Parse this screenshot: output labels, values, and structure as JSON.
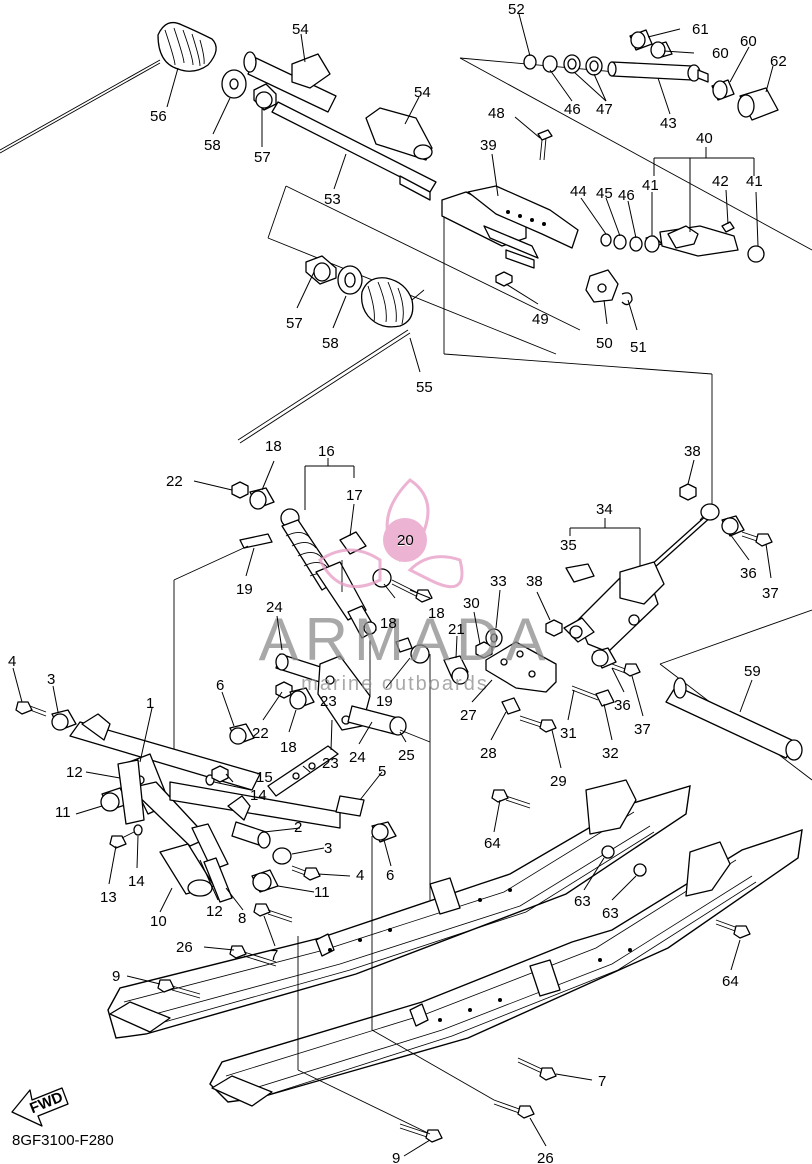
{
  "diagram": {
    "code": "8GF3100-F280",
    "forward_marker": "FWD",
    "watermark": {
      "brand": "ARMADA",
      "tagline": "marine outboards",
      "colors": {
        "brand": "#8c8c8c",
        "accent": "#e69ac4"
      }
    },
    "part_labels": [
      "1",
      "2",
      "3",
      "3",
      "4",
      "4",
      "5",
      "6",
      "6",
      "7",
      "7",
      "8",
      "9",
      "9",
      "10",
      "11",
      "11",
      "12",
      "12",
      "13",
      "14",
      "14",
      "15",
      "16",
      "17",
      "18",
      "18",
      "18",
      "18",
      "19",
      "19",
      "20",
      "21",
      "22",
      "22",
      "23",
      "23",
      "24",
      "24",
      "25",
      "26",
      "26",
      "27",
      "28",
      "29",
      "30",
      "31",
      "32",
      "33",
      "34",
      "35",
      "36",
      "36",
      "37",
      "37",
      "38",
      "38",
      "39",
      "40",
      "41",
      "41",
      "42",
      "43",
      "44",
      "45",
      "46",
      "46",
      "47",
      "48",
      "49",
      "50",
      "51",
      "52",
      "53",
      "54",
      "54",
      "55",
      "56",
      "57",
      "57",
      "58",
      "58",
      "59",
      "60",
      "60",
      "61",
      "62",
      "63",
      "63",
      "64",
      "64"
    ]
  }
}
